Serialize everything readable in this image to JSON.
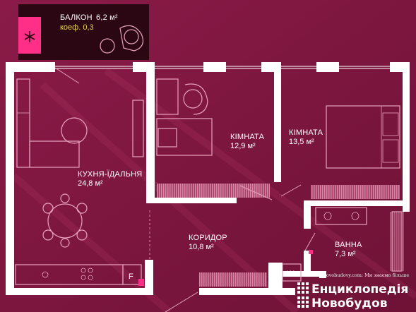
{
  "colors": {
    "background": "#7d1740",
    "balcony_fill": "#2a0712",
    "wall": "#ffffff",
    "furniture": "#e9a3bd",
    "accent_pink": "#ff2e86",
    "coef_text": "#e8d44a",
    "door_marker": "#ff2e86"
  },
  "rooms": {
    "balcony": {
      "name": "БАЛКОН",
      "area": "6,2 м²",
      "coef": "коеф. 0,3"
    },
    "kitchen": {
      "name": "КУХНЯ-ЇДАЛЬНЯ",
      "area": "24,8 м²"
    },
    "room1": {
      "name": "КІМНАТА",
      "area": "12,9 м²"
    },
    "room2": {
      "name": "КІМНАТА",
      "area": "13,5 м²"
    },
    "corridor": {
      "name": "КОРИДОР",
      "area": "10,8 м²"
    },
    "bath": {
      "name": "ВАННА",
      "area": "7,3 м²"
    }
  },
  "appliance_labels": {
    "fridge": "F",
    "washer": "W"
  },
  "icons": {
    "balcony_marker": "asterisk-icon"
  },
  "watermark": {
    "tagline": "Novobudovy.com: Ми знаємо більше",
    "line1": "Енциклопедія",
    "line2": "Новобудов"
  }
}
